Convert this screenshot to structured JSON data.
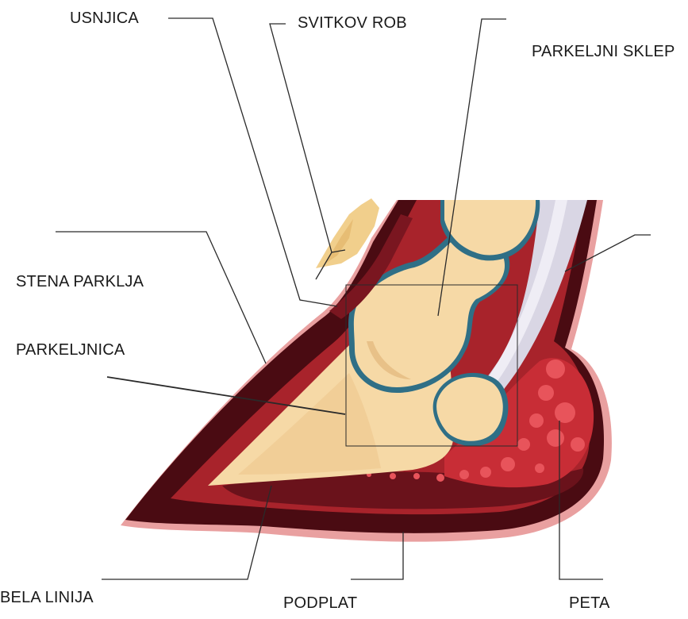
{
  "labels": {
    "usnjica": "USNJICA",
    "svitkov_rob": "SVITKOV ROB",
    "parkeljni_sklep": "PARKELJNI SKLEP",
    "stena_parklja": "STENA PARKLJA",
    "parkeljnica": "PARKELJNICA",
    "bela_linija": "BELA LINIJA",
    "podplat": "PODPLAT",
    "peta": "PETA"
  },
  "colors": {
    "hoof_dark": "#4a0b12",
    "hoof_mid": "#7a1620",
    "hoof_red": "#a8232b",
    "rim_pink": "#e9a0a0",
    "bone": "#f6d9a6",
    "bone_shade": "#e8c188",
    "cartilage_blue": "#2f6f86",
    "tendon": "#d9d6e4",
    "heel_red": "#d8323c",
    "hair": "#f1cf8c",
    "line": "#2a2a2a"
  }
}
